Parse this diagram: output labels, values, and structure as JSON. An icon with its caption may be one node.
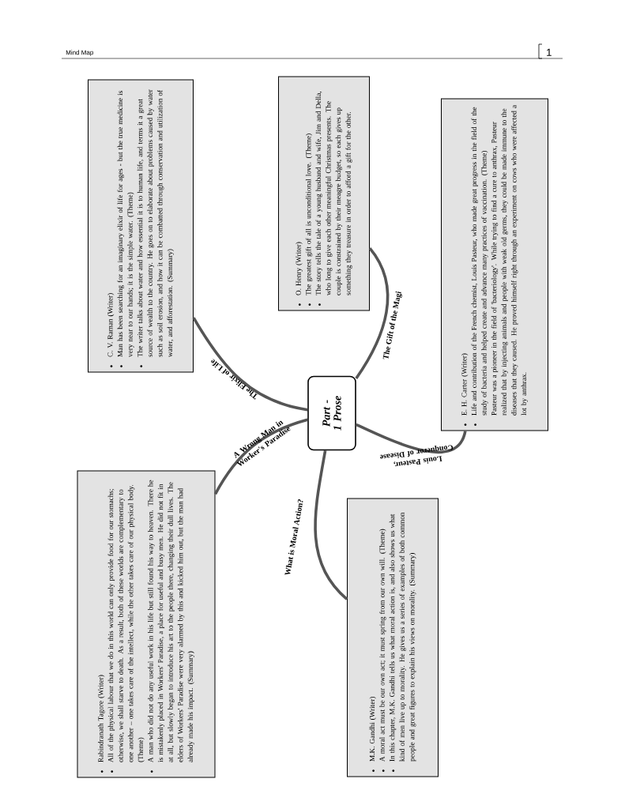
{
  "diagram": {
    "nodes": [
      {
        "text": [
          "Part - 1 Prose"
        ]
      },
      {
        "text": [
          "C. V. Raman (Writer)",
          "Man has been searching for an imaginary elixir of life for ages - but the true medicine is very near to our hands; it is the simple water. (Theme)",
          "The writer talks about water and how essential it is to human life, and terms it a great source of wealth to the country. He goes on to elaborate about problems caused by water such as soil erosion, and how it can be combatted through conservation and utilization of water, and afforestation. (Summary)"
        ]
      },
      {
        "text": [
          "O. Henry (Writer)",
          "The greatest gift of all is unconditional love. (Theme)",
          "The story tells the tale of a young husband and wife, Jim and Della, who long to give each other meaningful Christmas presents. The couple is constrained by their meagre budget, so each gives up something they treasure in order to afford a gift for the other."
        ]
      },
      {
        "text": [
          "E. H. Carter (Writer)",
          "Life and contribution of the French chemist, Louis Pasteur, who made great progress in the field of the study of bacteria and helped create and advance many practices of vaccination. (Theme)",
          "Pasteur was a pioneer in the field of 'bacteriology'. While trying to find a cure to anthrax, Pasteur realized that by injecting animals and people with weak old germs, they could be made immune to the diseases that they caused. He proved himself right through an experiment on cows who were affected a lot by anthrax."
        ]
      },
      {
        "text": [
          "Rabindranath Tagore (Writer)",
          "All of the physical labour that we do in this world can only provide food for our stomachs; otherwise, we shall starve to death. As a result, both of these worlds are complementary to one another – one takes care of the intellect, while the other takes care of our physical body. (Theme)",
          "A man who did not do any useful work in his life but still found his way to heaven. There he is mistakenly placed in Workers' Paradise, a place for useful and busy men. He did not fit in at all, but slowly began to introduce his art to the people there, changing their dull lives. The elders of Workers' Paradise were very alarmed by this and kicked him out, but the man had already made his impact. (Summary)"
        ]
      },
      {
        "text": [
          "M.K. Gandhi (Writer)",
          "A moral act must be our own act; it must spring from our own will. (Theme)",
          "In this chapter, M.K. Gandhi tells us what moral action is, and also shows us what kind of men live up to morality. He gives us a series of examples of both common people and great figures to explain his views on morality. (Summary)"
        ]
      }
    ],
    "edges": [
      {
        "from": 0,
        "to": 1,
        "arrow": "none",
        "label": "The Elixir of Life"
      },
      {
        "from": 0,
        "to": 2,
        "arrow": "none",
        "label": "The Gift of the Magi"
      },
      {
        "from": 0,
        "to": 3,
        "arrow": "none",
        "label": "Louis Pasteur, Conqueror of Disease"
      },
      {
        "from": 0,
        "to": 4,
        "arrow": "none",
        "label": "A Wrong Man in Worker's Paradise"
      },
      {
        "from": 0,
        "to": 5,
        "arrow": "none",
        "label": "What is Moral Action?"
      }
    ],
    "labels": [
      "Mind Map",
      "1"
    ]
  }
}
